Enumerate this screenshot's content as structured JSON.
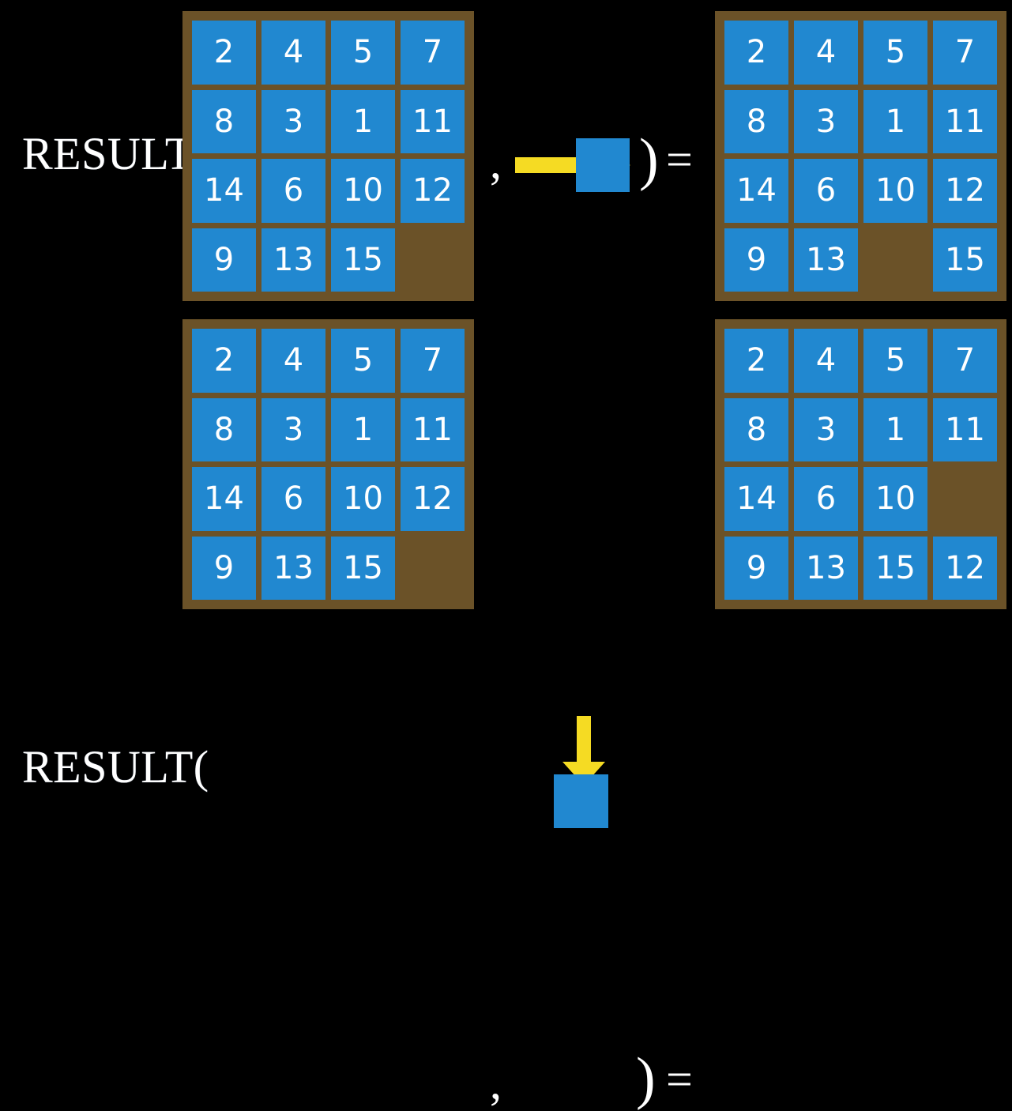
{
  "colors": {
    "background": "#000000",
    "tile": "#2188d0",
    "board": "#6b5228",
    "arrow": "#f5db23",
    "text": "#ffffff"
  },
  "equations": [
    {
      "label": "RESULT(",
      "paren_open": "(",
      "comma": ",",
      "paren_close": ")",
      "equals": "=",
      "action": {
        "icon": "arrow-right-icon",
        "direction": "right",
        "description": "slide blank right"
      },
      "input_board": {
        "rows": 4,
        "cols": 4,
        "tiles": [
          [
            "2",
            "4",
            "5",
            "7"
          ],
          [
            "8",
            "3",
            "1",
            "11"
          ],
          [
            "14",
            "6",
            "10",
            "12"
          ],
          [
            "9",
            "13",
            "15",
            ""
          ]
        ]
      },
      "output_board": {
        "rows": 4,
        "cols": 4,
        "tiles": [
          [
            "2",
            "4",
            "5",
            "7"
          ],
          [
            "8",
            "3",
            "1",
            "11"
          ],
          [
            "14",
            "6",
            "10",
            "12"
          ],
          [
            "9",
            "13",
            "",
            "15"
          ]
        ]
      }
    },
    {
      "label": "RESULT(",
      "paren_open": "(",
      "comma": ",",
      "paren_close": ")",
      "equals": "=",
      "action": {
        "icon": "arrow-down-icon",
        "direction": "down",
        "description": "slide blank down"
      },
      "input_board": {
        "rows": 4,
        "cols": 4,
        "tiles": [
          [
            "2",
            "4",
            "5",
            "7"
          ],
          [
            "8",
            "3",
            "1",
            "11"
          ],
          [
            "14",
            "6",
            "10",
            "12"
          ],
          [
            "9",
            "13",
            "15",
            ""
          ]
        ]
      },
      "output_board": {
        "rows": 4,
        "cols": 4,
        "tiles": [
          [
            "2",
            "4",
            "5",
            "7"
          ],
          [
            "8",
            "3",
            "1",
            "11"
          ],
          [
            "14",
            "6",
            "10",
            ""
          ],
          [
            "9",
            "13",
            "15",
            "12"
          ]
        ]
      }
    }
  ]
}
